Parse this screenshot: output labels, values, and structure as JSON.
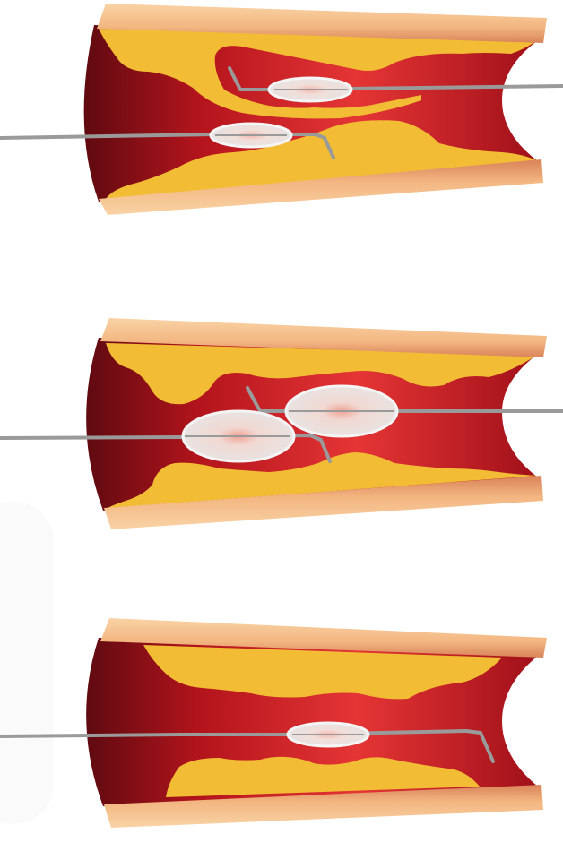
{
  "diagram": {
    "colors": {
      "vessel_wall_outer": "#f6c48f",
      "vessel_wall_inner": "#e69a6a",
      "lumen_dark": "#6d0d12",
      "lumen_mid": "#c2181f",
      "lumen_light": "#e83a3a",
      "plaque": "#f2bd35",
      "plaque_light": "#f7d35a",
      "guidewire": "#9a9a9a",
      "balloon": "#eeeeee"
    },
    "panels": [
      {
        "stage": "balloon-deflated",
        "balloons": 2,
        "wires": 2
      },
      {
        "stage": "balloon-inflated",
        "balloons": 2,
        "wires": 2
      },
      {
        "stage": "lumen-widened",
        "balloons": 1,
        "wires": 1
      }
    ]
  }
}
